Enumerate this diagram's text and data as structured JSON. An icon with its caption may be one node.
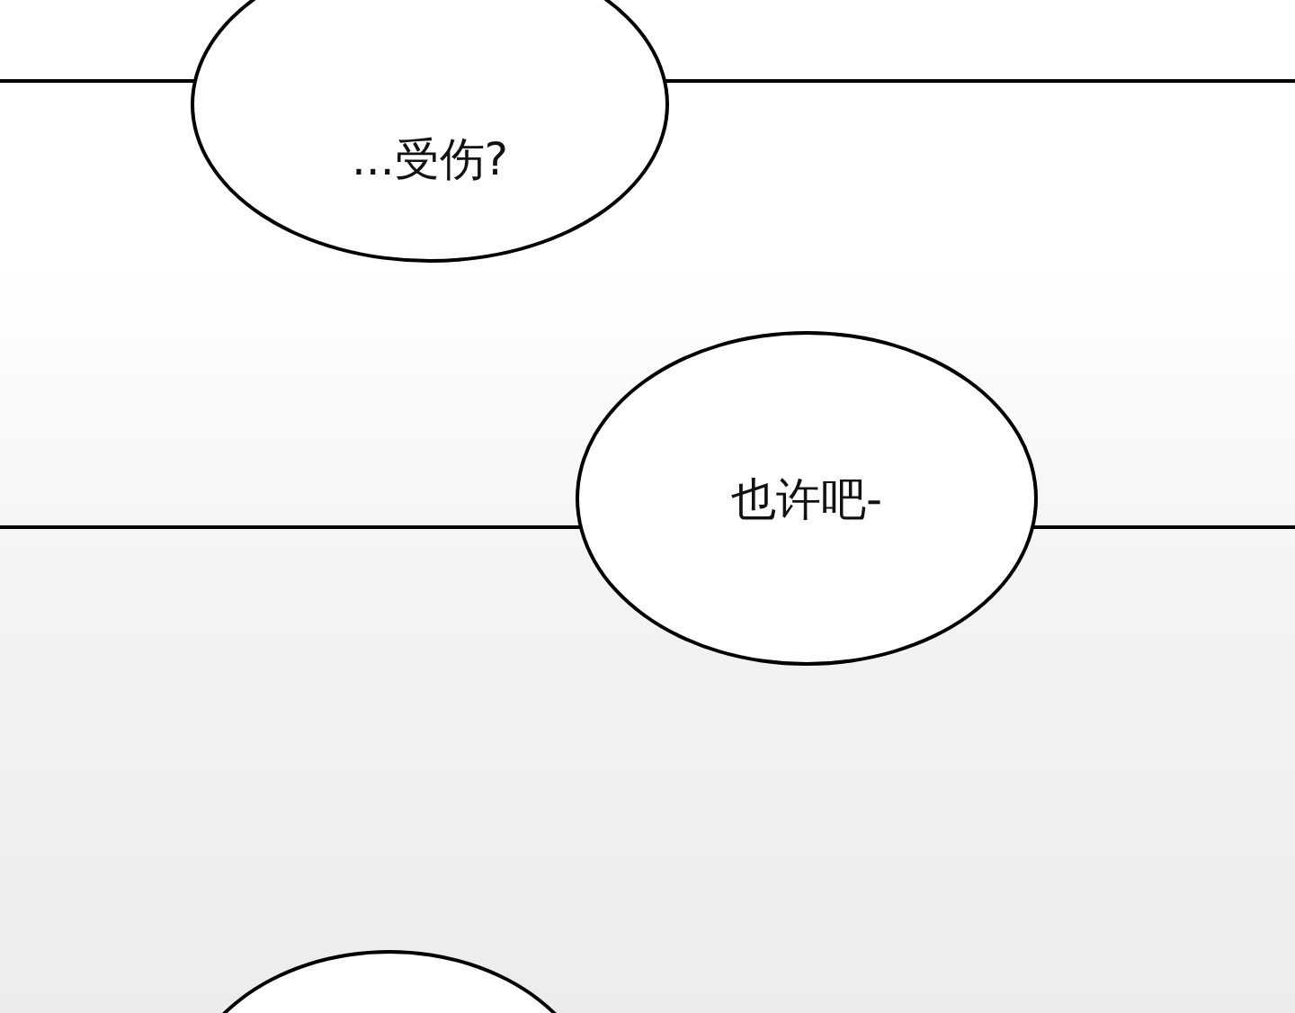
{
  "diagram": {
    "nodes": [
      {
        "text": [
          "...受伤?"
        ]
      },
      {
        "text": [
          "也许吧-"
        ]
      },
      {
        "text": [],
        "shape": "ellipse"
      }
    ]
  }
}
